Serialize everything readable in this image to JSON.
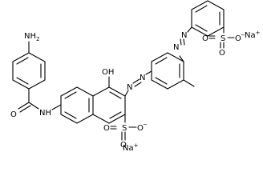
{
  "molecule": {
    "labels": {
      "amine": "NH",
      "amine_sub": "2",
      "amide_o": "O",
      "amide_nh": "NH",
      "hydroxyl": "OH",
      "azo_n1": "N",
      "azo_n2": "N",
      "azo_n3": "N",
      "azo_n4": "N",
      "sulfonate1_s": "S",
      "sulfonate1_o1": "O",
      "sulfonate1_o2": "O",
      "sulfonate1_o3": "O",
      "sulfonate2_s": "S",
      "sulfonate2_o1": "O",
      "sulfonate2_o2": "O",
      "sulfonate2_o3": "O",
      "counterion1": "Na",
      "counterion2": "Na"
    },
    "charges": {
      "minus": "−",
      "plus": "+"
    }
  }
}
